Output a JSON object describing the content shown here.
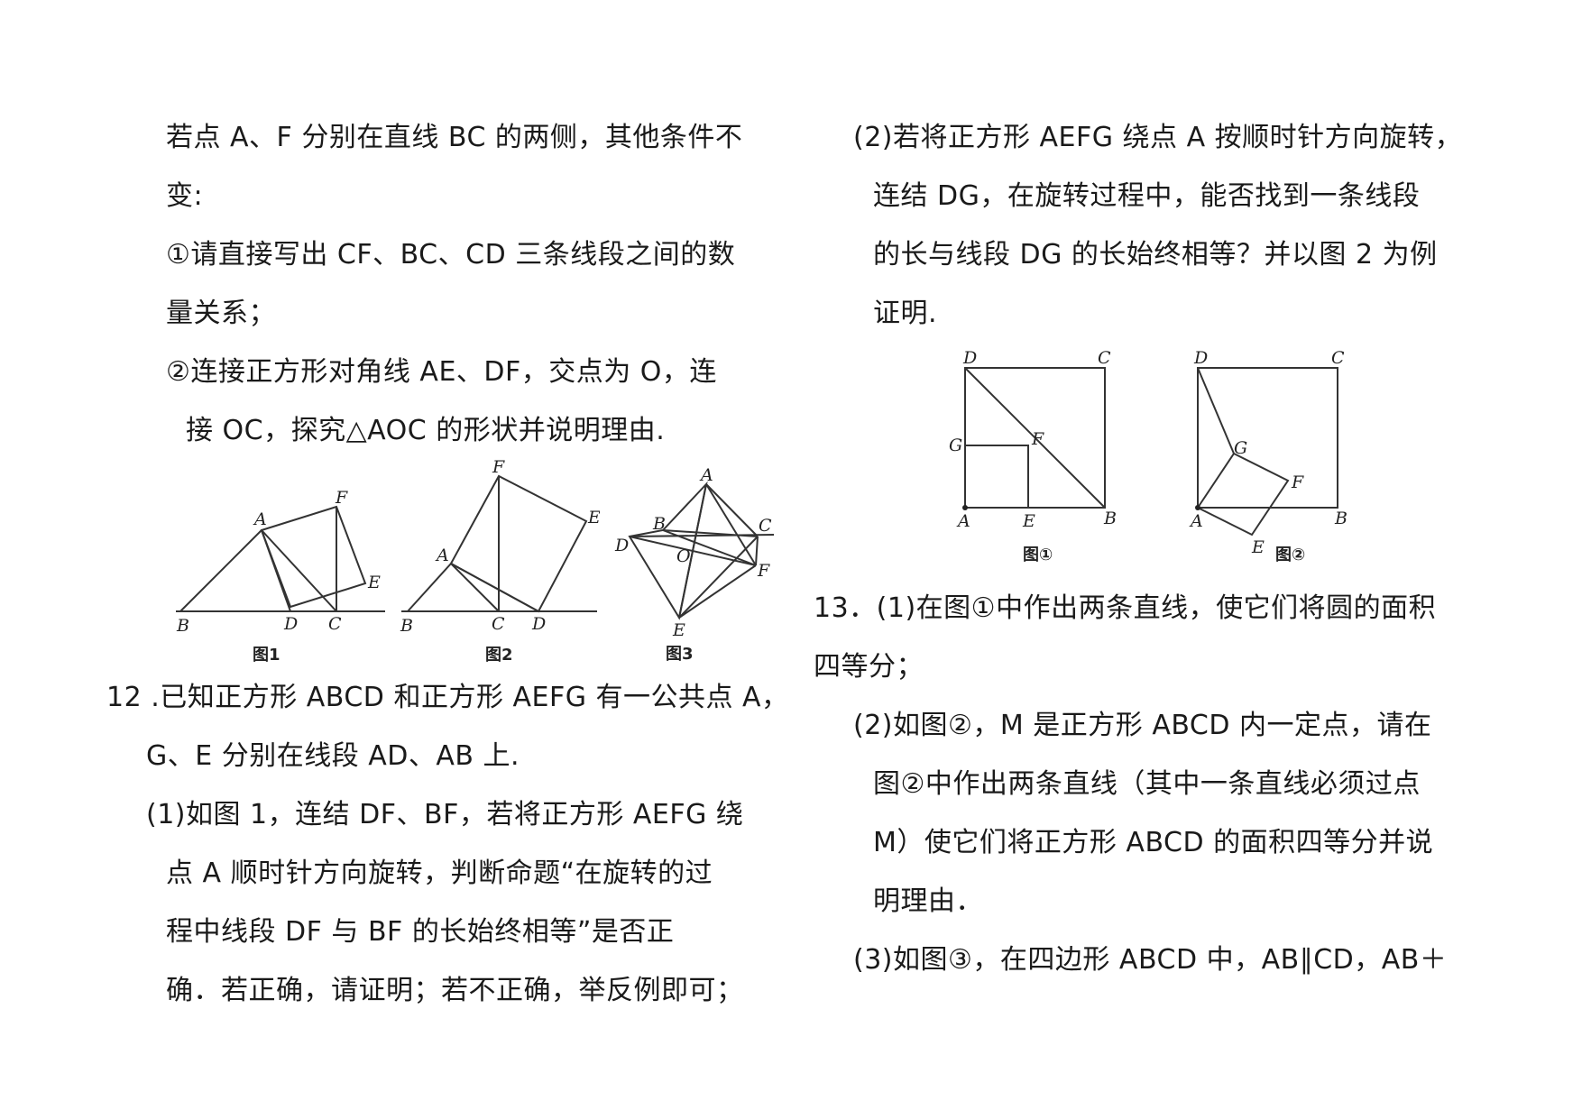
{
  "left": {
    "lines": [
      "若点 A、F 分别在直线 BC 的两侧，其他条件不",
      "变:",
      "①请直接写出 CF、BC、CD 三条线段之间的数",
      "量关系；",
      "②连接正方形对角线 AE、DF，交点为 O，连",
      "接 OC，探究△AOC 的形状并说明理由.",
      "12 .已知正方形 ABCD 和正方形 AEFG 有一公共点 A，",
      "G、E 分别在线段 AD、AB 上.",
      "(1)如图 1，连结 DF、BF，若将正方形 AEFG 绕",
      "点 A 顺时针方向旋转，判断命题“在旋转的过",
      "程中线段 DF 与 BF 的长始终相等”是否正",
      "确．若正确，请证明；若不正确，举反例即可；"
    ]
  },
  "right": {
    "lines": [
      "(2)若将正方形 AEFG 绕点 A 按顺时针方向旋转，",
      "连结 DG，在旋转过程中，能否找到一条线段",
      "的长与线段 DG 的长始终相等？并以图 2 为例",
      "证明.",
      "13．(1)在图①中作出两条直线，使它们将圆的面积",
      "四等分；",
      "(2)如图②，M 是正方形 ABCD 内一定点，请在",
      "图②中作出两条直线（其中一条直线必须过点",
      "M）使它们将正方形 ABCD 的面积四等分并说",
      "明理由．",
      "(3)如图③，在四边形 ABCD 中，AB∥CD，AB＋"
    ]
  },
  "figures_left": {
    "fig1": {
      "caption": "图1",
      "labels": {
        "A": "A",
        "B": "B",
        "C": "C",
        "D": "D",
        "E": "E",
        "F": "F"
      }
    },
    "fig2": {
      "caption": "图2",
      "labels": {
        "A": "A",
        "B": "B",
        "C": "C",
        "D": "D",
        "E": "E",
        "F": "F"
      }
    },
    "fig3": {
      "caption": "图3",
      "labels": {
        "A": "A",
        "B": "B",
        "C": "C",
        "D": "D",
        "E": "E",
        "F": "F",
        "O": "O"
      }
    }
  },
  "figures_right": {
    "fig_one": {
      "caption": "图①",
      "labels": {
        "A": "A",
        "B": "B",
        "C": "C",
        "D": "D",
        "E": "E",
        "F": "F",
        "G": "G"
      }
    },
    "fig_two": {
      "caption": "图②",
      "labels": {
        "A": "A",
        "B": "B",
        "C": "C",
        "D": "D",
        "E": "E",
        "F": "F",
        "G": "G"
      }
    }
  }
}
